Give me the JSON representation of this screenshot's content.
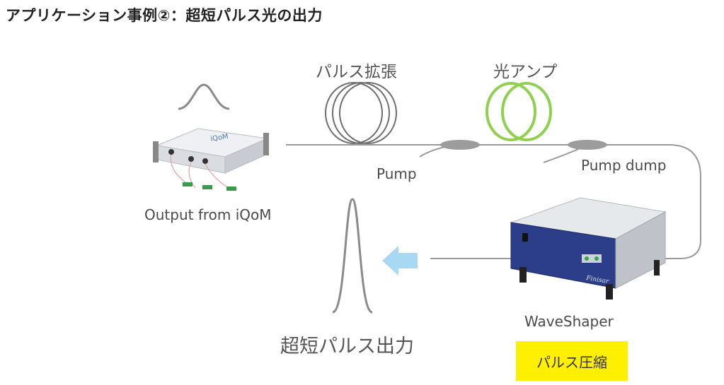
{
  "header": {
    "title": "アプリケーション事例②：超短パルス光の出力"
  },
  "labels": {
    "pulse_stretch": "パルス拡張",
    "optical_amp": "光アンプ",
    "pump": "Pump",
    "pump_dump": "Pump dump",
    "output_from_iqom": "Output from iQoM",
    "waveshaper": "WaveShaper",
    "ultrashort_output": "超短パルス出力",
    "pulse_compression": "パルス圧縮"
  },
  "device_text": {
    "iqom_logo": "iQoM",
    "finisar_logo": "Finisar"
  },
  "colors": {
    "fiber": "#9a9a9a",
    "amp_coil": "#8fd14f",
    "arrow": "#a9d8f2",
    "badge": "#ffef00"
  }
}
